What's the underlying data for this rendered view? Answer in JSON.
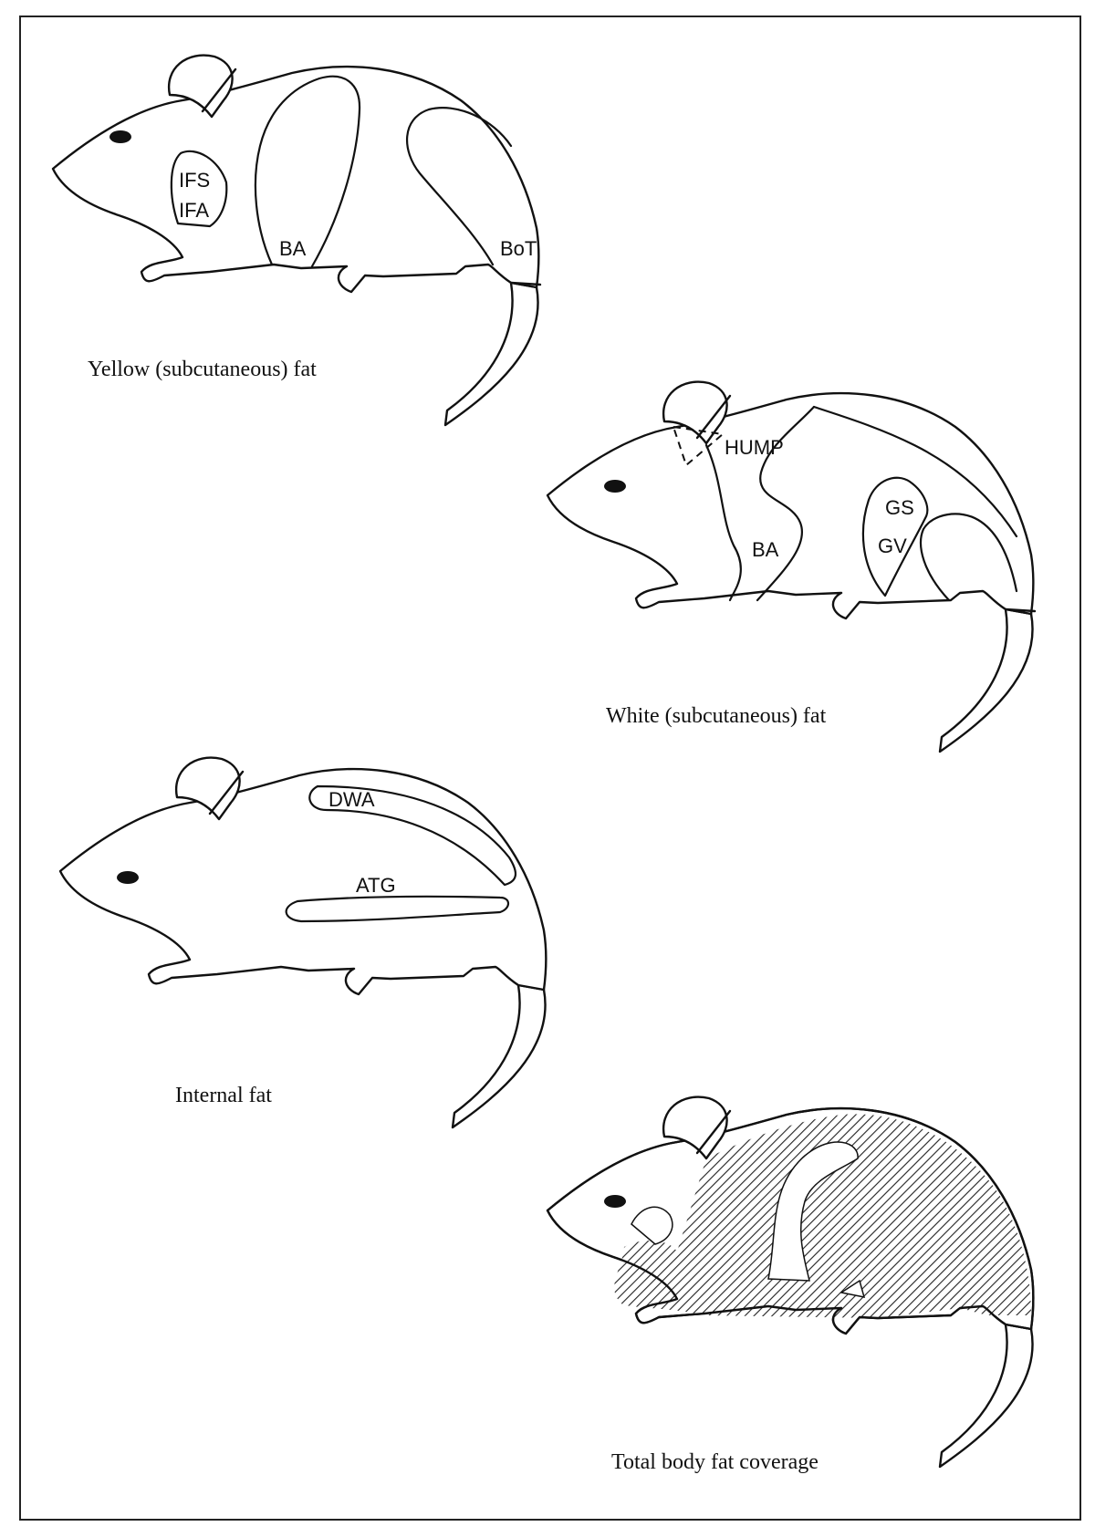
{
  "panels": [
    {
      "id": "yellow",
      "caption": "Yellow (subcutaneous) fat",
      "labels": [
        "IFS",
        "IFA",
        "BA",
        "BoT"
      ]
    },
    {
      "id": "white",
      "caption": "White (subcutaneous) fat",
      "labels": [
        "HUMP",
        "BA",
        "GS",
        "GV"
      ]
    },
    {
      "id": "internal",
      "caption": "Internal fat",
      "labels": [
        "DWA",
        "ATG"
      ]
    },
    {
      "id": "total",
      "caption": "Total body fat coverage",
      "labels": []
    }
  ]
}
